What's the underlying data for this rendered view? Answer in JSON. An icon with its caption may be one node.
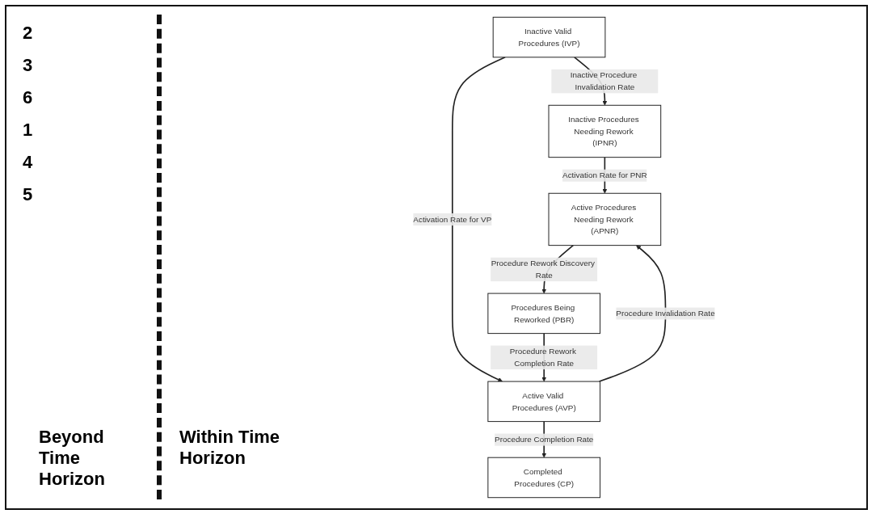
{
  "diagram": {
    "nodes": [
      {
        "text": [
          "Inactive Procedures Needing Rework (IPNR)"
        ]
      },
      {
        "text": [
          "Inactive Valid Procedures (IVP)"
        ]
      },
      {
        "text": [
          "Active Valid Procedures (AVP)"
        ]
      },
      {
        "text": [
          "Active Procedures Needing Rework (APNR)"
        ]
      },
      {
        "text": [
          "Completed Procedures (CP)"
        ]
      },
      {
        "text": [
          "Procedures Being Reworked (PBR)"
        ]
      }
    ],
    "edges": [
      {
        "from": 1,
        "to": 0,
        "arrow": "to",
        "label": "Inactive Procedure Invalidation Rate"
      },
      {
        "from": 0,
        "to": 3,
        "arrow": "to",
        "label": "Activation Rate for PNR"
      },
      {
        "from": 1,
        "to": 2,
        "arrow": "to",
        "label": "Activation Rate for VP"
      },
      {
        "from": 2,
        "to": 4,
        "arrow": "to",
        "label": "Procedure Completion Rate"
      },
      {
        "from": 2,
        "to": 3,
        "arrow": "to",
        "label": "Procedure Invalidation Rate"
      },
      {
        "from": 3,
        "to": 5,
        "arrow": "to",
        "label": "Procedure Rework Discovery Rate"
      },
      {
        "from": 5,
        "to": 2,
        "arrow": "to",
        "label": "Procedure Rework Completion Rate"
      }
    ],
    "labels": [
      "2",
      "3",
      "6",
      "1",
      "4",
      "5",
      "Beyond Time Horizon",
      "Within Time Horizon"
    ]
  }
}
